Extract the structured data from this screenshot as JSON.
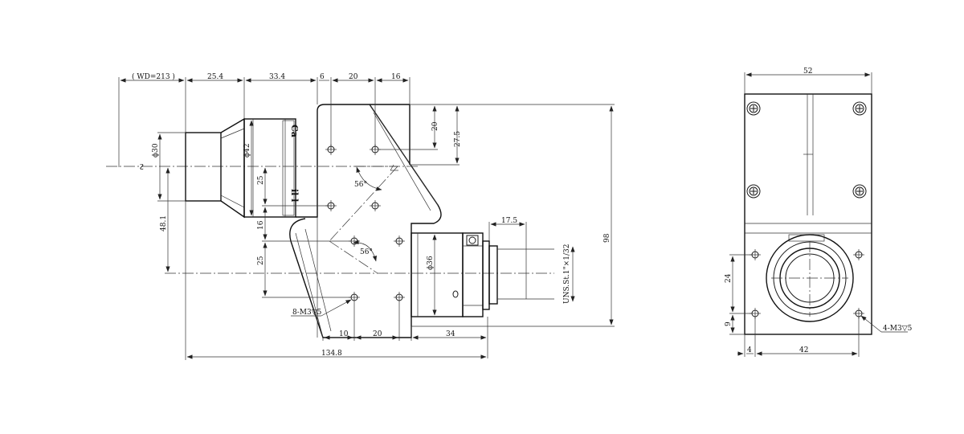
{
  "side_view": {
    "dim_wd": "( WD=213 )",
    "dim_lens_len": "25.4",
    "dim_tube_len": "33.4",
    "dim_gap": "6",
    "dim_hole_pitch": "20",
    "dim_top_right": "16",
    "dim_right_20": "20",
    "dim_right_275": "27.5",
    "dim_phi30": "ϕ30",
    "dim_phi42": "ϕ42",
    "dim_v25_upper": "25",
    "dim_v16": "16",
    "dim_v25_lower": "25",
    "dim_481": "48.1",
    "dim_98": "98",
    "angle_upper": "56°",
    "angle_lower": "56°",
    "thread_holes": "8-M3▽5",
    "dim_b10": "10",
    "dim_b20": "20",
    "dim_b34": "34",
    "dim_overall": "134.8",
    "dim_175": "17.5",
    "dim_phi36": "ϕ36",
    "dim_thread": "UNS.St.1\"×1/32",
    "lens_marking_top": "Ca",
    "lens_marking_bottom": "il l"
  },
  "front_view": {
    "dim_width": "52",
    "dim_24": "24",
    "dim_9": "9",
    "dim_4": "4",
    "dim_42": "42",
    "thread_holes": "4-M3▽5"
  }
}
